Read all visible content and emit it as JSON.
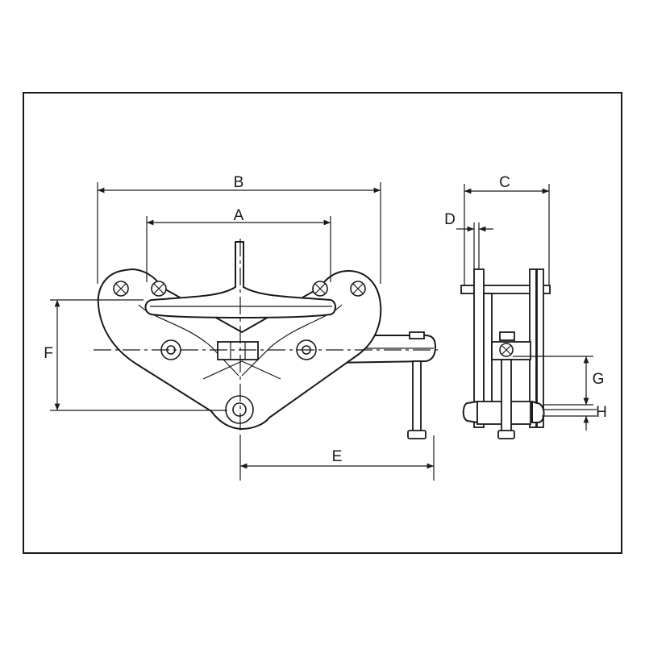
{
  "dimensions": {
    "a": "A",
    "b": "B",
    "c": "C",
    "d": "D",
    "e": "E",
    "f": "F",
    "g": "G",
    "h": "H"
  }
}
